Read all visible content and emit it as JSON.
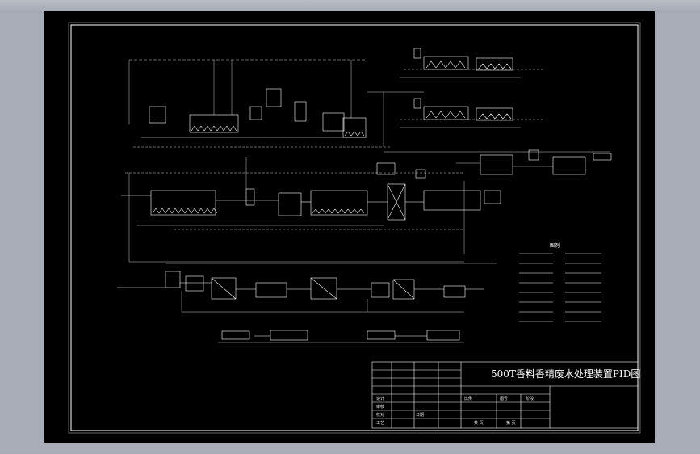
{
  "drawing": {
    "title": "500T香料香精废水处理装置PID图"
  },
  "title_block": {
    "cells": [
      "设计",
      "审核",
      "校对",
      "工艺",
      "比例",
      "图号",
      "日期",
      "共 页",
      "第 页",
      "阶段"
    ]
  },
  "legend": {
    "heading": "图例"
  },
  "colors": {
    "background": "#000000",
    "lines": "#ffffff",
    "frame_surround": "#a9adb7"
  }
}
